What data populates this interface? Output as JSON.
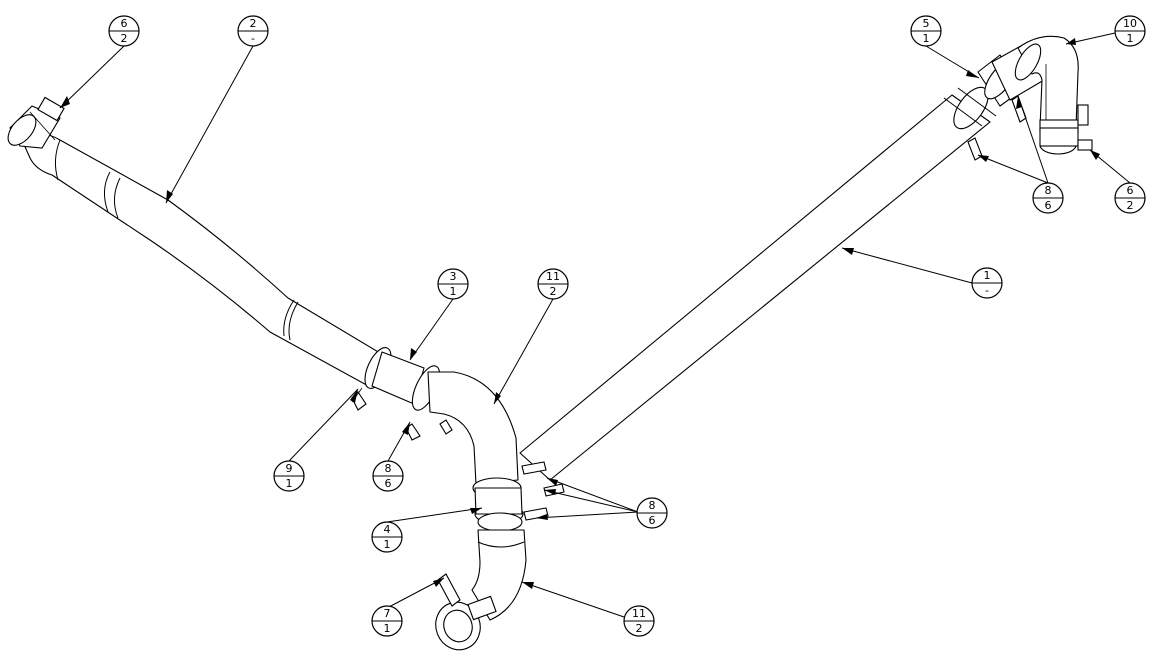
{
  "balloons": [
    {
      "id": "b-6-2-left",
      "item": "6",
      "qty": "2"
    },
    {
      "id": "b-2",
      "item": "2",
      "qty": "-"
    },
    {
      "id": "b-5",
      "item": "5",
      "qty": "1"
    },
    {
      "id": "b-10",
      "item": "10",
      "qty": "1"
    },
    {
      "id": "b-8-6-right",
      "item": "8",
      "qty": "6"
    },
    {
      "id": "b-6-2-right",
      "item": "6",
      "qty": "2"
    },
    {
      "id": "b-1",
      "item": "1",
      "qty": "-"
    },
    {
      "id": "b-3",
      "item": "3",
      "qty": "1"
    },
    {
      "id": "b-11-top",
      "item": "11",
      "qty": "2"
    },
    {
      "id": "b-9",
      "item": "9",
      "qty": "1"
    },
    {
      "id": "b-8-6-mid",
      "item": "8",
      "qty": "6"
    },
    {
      "id": "b-8-6-center",
      "item": "8",
      "qty": "6"
    },
    {
      "id": "b-4",
      "item": "4",
      "qty": "1"
    },
    {
      "id": "b-7",
      "item": "7",
      "qty": "1"
    },
    {
      "id": "b-11-bottom",
      "item": "11",
      "qty": "2"
    }
  ]
}
